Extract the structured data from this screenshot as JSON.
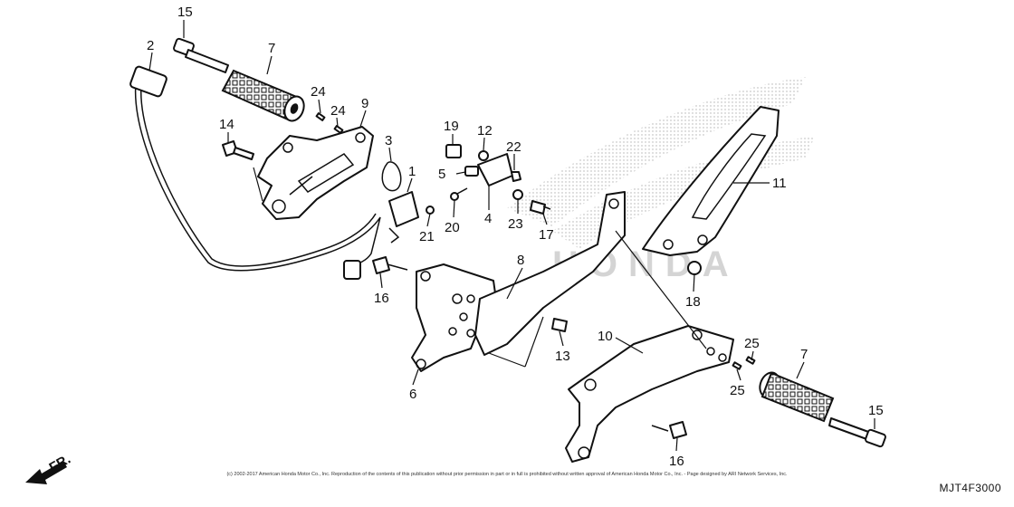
{
  "callouts": [
    {
      "id": "c15a",
      "label": "15"
    },
    {
      "id": "c2",
      "label": "2"
    },
    {
      "id": "c7a",
      "label": "7"
    },
    {
      "id": "c24a",
      "label": "24"
    },
    {
      "id": "c24b",
      "label": "24"
    },
    {
      "id": "c9",
      "label": "9"
    },
    {
      "id": "c14",
      "label": "14"
    },
    {
      "id": "c3",
      "label": "3"
    },
    {
      "id": "c1",
      "label": "1"
    },
    {
      "id": "c21",
      "label": "21"
    },
    {
      "id": "c19",
      "label": "19"
    },
    {
      "id": "c12",
      "label": "12"
    },
    {
      "id": "c5",
      "label": "5"
    },
    {
      "id": "c22",
      "label": "22"
    },
    {
      "id": "c4",
      "label": "4"
    },
    {
      "id": "c20",
      "label": "20"
    },
    {
      "id": "c23",
      "label": "23"
    },
    {
      "id": "c17",
      "label": "17"
    },
    {
      "id": "c11",
      "label": "11"
    },
    {
      "id": "c8",
      "label": "8"
    },
    {
      "id": "c16a",
      "label": "16"
    },
    {
      "id": "c18",
      "label": "18"
    },
    {
      "id": "c6",
      "label": "6"
    },
    {
      "id": "c13",
      "label": "13"
    },
    {
      "id": "c10",
      "label": "10"
    },
    {
      "id": "c25a",
      "label": "25"
    },
    {
      "id": "c25b",
      "label": "25"
    },
    {
      "id": "c7b",
      "label": "7"
    },
    {
      "id": "c15b",
      "label": "15"
    },
    {
      "id": "c16b",
      "label": "16"
    }
  ],
  "direction_arrow": {
    "label": "FR.",
    "icon": "front-direction-arrow-icon"
  },
  "watermark": {
    "text": "HONDA",
    "color": "#c8c8c8"
  },
  "copyright": "(c) 2002-2017 American Honda Motor Co., Inc. Reproduction of the contents of this publication without prior permission in part or in full is prohibited without written approval of American Honda Motor Co., Inc. - Page designed by ARI Network Services, Inc.",
  "diagram_code": "MJT4F3000"
}
